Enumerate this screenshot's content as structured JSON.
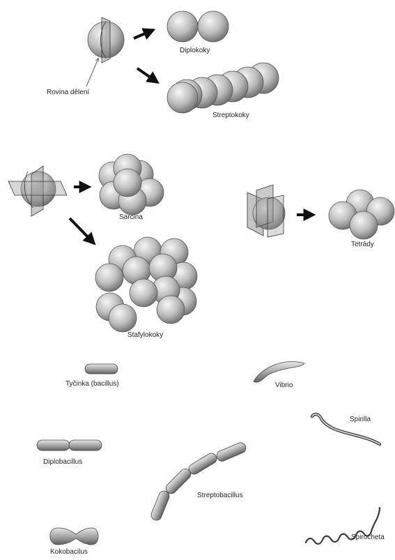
{
  "labels": {
    "division_plane": "Rovina dělení",
    "diplococci": "Diplokoky",
    "streptococci": "Streptokoky",
    "sarcina": "Sarcina",
    "tetrads": "Tetrády",
    "staphylococci": "Stafylokoky",
    "rod": "Tyčinka (bacillus)",
    "vibrio": "Vibrio",
    "spirilla": "Spirilla",
    "diplobacillus": "Diplobacillus",
    "streptobacillus": "Streptobacillus",
    "coccobacillus": "Kokobacilus",
    "spirochete": "Spirocheta"
  }
}
